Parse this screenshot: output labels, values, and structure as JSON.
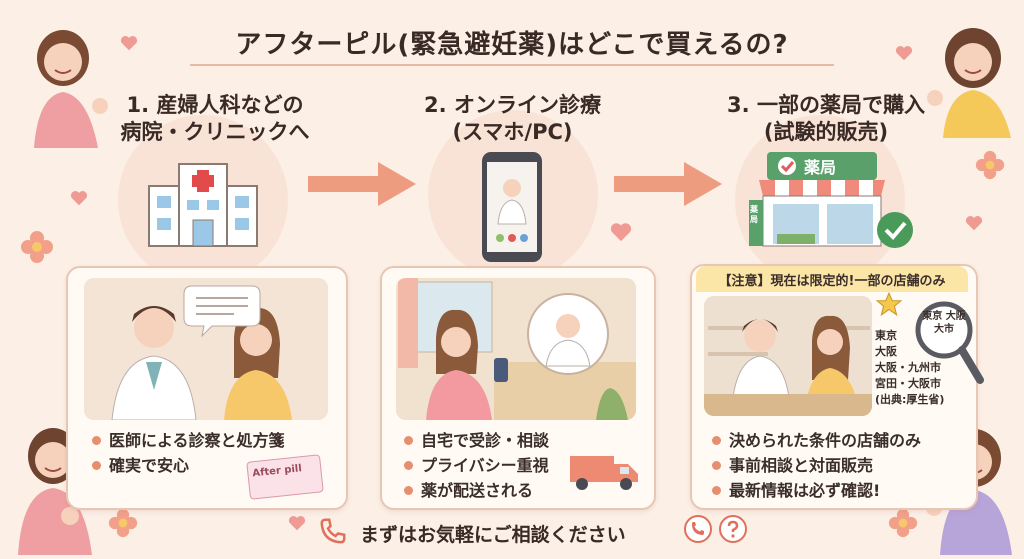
{
  "title": "アフターピル(緊急避妊薬)はどこで買えるの?",
  "steps": [
    {
      "title_line1": "1. 産婦人科などの",
      "title_line2": "病院・クリニックへ",
      "bullets": [
        "医師による診察と処方箋",
        "確実で安心"
      ],
      "package_label": "After pill"
    },
    {
      "title_line1": "2. オンライン診療",
      "title_line2": "(スマホ/PC)",
      "bullets": [
        "自宅で受診・相談",
        "プライバシー重視",
        "薬が配送される"
      ]
    },
    {
      "title_line1": "3. 一部の薬局で購入",
      "title_line2": "(試験的販売)",
      "shop_sign": "薬局",
      "side_sign": "薬局",
      "notice": "【注意】現在は限定的!一部の店舗のみ",
      "magnifier_text": "東京 大阪 大市",
      "region_lines": [
        "東京",
        "大阪",
        "大阪・九州市",
        "宮田・大阪市",
        "(出典:厚生省)"
      ],
      "bullets": [
        "決められた条件の店舗のみ",
        "事前相談と対面販売",
        "最新情報は必ず確認!"
      ]
    }
  ],
  "footer_text": "まずはお気軽にご相談ください",
  "colors": {
    "background": "#fbefe6",
    "accent": "#e58f6f",
    "arrow": "#ee9c80",
    "notice": "#fbe6a8"
  },
  "icons": [
    "hospital-icon",
    "smartphone-icon",
    "pharmacy-icon",
    "arrow-right-icon",
    "phone-icon",
    "question-icon",
    "truck-icon",
    "heart-icon",
    "flower-icon",
    "magnifier-icon",
    "check-icon",
    "star-icon"
  ]
}
